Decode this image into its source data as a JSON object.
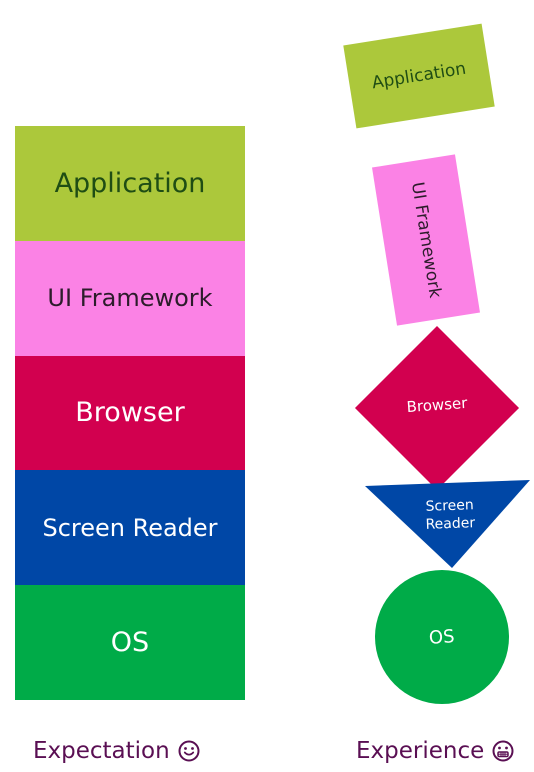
{
  "expectation": {
    "caption": "Expectation",
    "layers": [
      {
        "label": "Application",
        "color": "#acc83b"
      },
      {
        "label": "UI Framework",
        "color": "#fb82e5"
      },
      {
        "label": "Browser",
        "color": "#d2004f"
      },
      {
        "label": "Screen Reader",
        "color": "#0047a6"
      },
      {
        "label": "OS",
        "color": "#00ab48"
      }
    ],
    "icon": "slight-smile-icon"
  },
  "experience": {
    "caption": "Experience",
    "application": "Application",
    "ui_framework": "UI Framework",
    "browser": "Browser",
    "screen_reader_line1": "Screen",
    "screen_reader_line2": "Reader",
    "os": "OS",
    "icon": "grimace-icon"
  }
}
